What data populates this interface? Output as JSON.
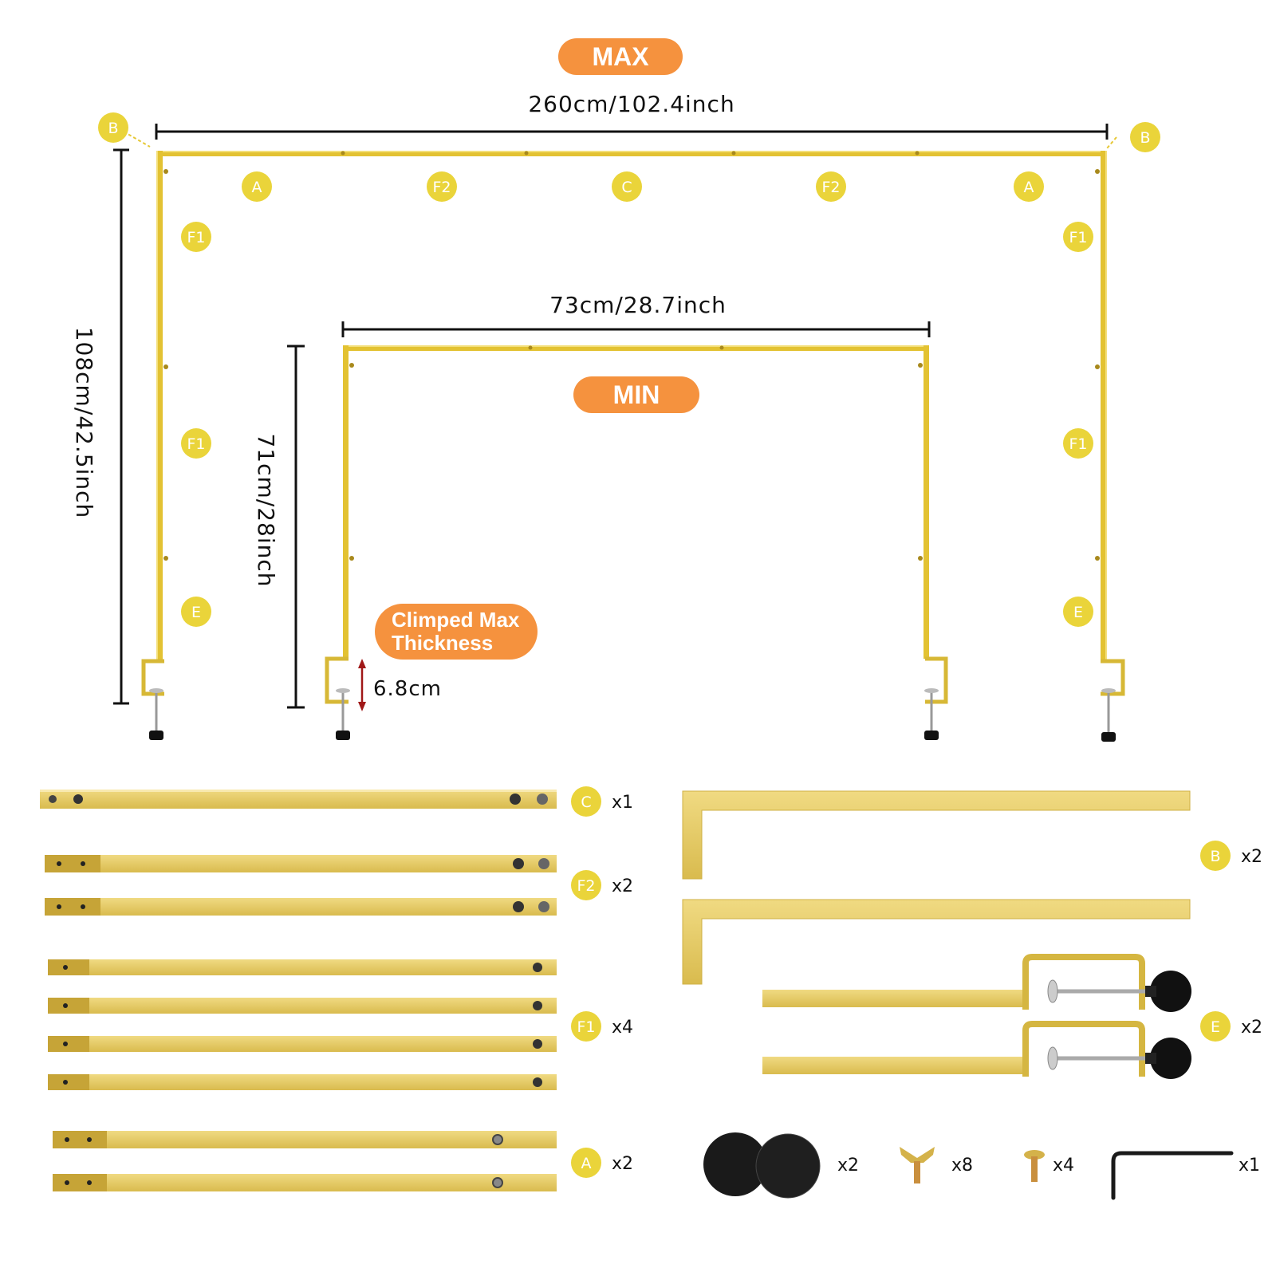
{
  "colors": {
    "gold": "#e6c837",
    "gold_light": "#f2d968",
    "gold_dark": "#b89a1f",
    "rod": "#eed57a",
    "rod_edge": "#c9a93a",
    "badge": "#ead43a",
    "orange": "#f5923e",
    "dim_line": "#111111",
    "red_arrow": "#a01818"
  },
  "max_label": "MAX",
  "min_label": "MIN",
  "max_width": "260cm/102.4inch",
  "max_height": "108cm/42.5inch",
  "min_width": "73cm/28.7inch",
  "min_height": "71cm/28inch",
  "clamp_label": {
    "line1": "Climped Max",
    "line2": "Thickness"
  },
  "clamp_thickness": "6.8cm",
  "frame_badges": {
    "b_left": "B",
    "b_right": "B",
    "top_a_left": "A",
    "top_f2_left": "F2",
    "top_c": "C",
    "top_f2_right": "F2",
    "top_a_right": "A",
    "left_f1_top": "F1",
    "left_f1_mid": "F1",
    "left_e": "E",
    "right_f1_top": "F1",
    "right_f1_mid": "F1",
    "right_e": "E"
  },
  "parts": {
    "c": {
      "badge": "C",
      "qty": "x1"
    },
    "f2": {
      "badge": "F2",
      "qty": "x2"
    },
    "f1": {
      "badge": "F1",
      "qty": "x4"
    },
    "a": {
      "badge": "A",
      "qty": "x2"
    },
    "b": {
      "badge": "B",
      "qty": "x2"
    },
    "e": {
      "badge": "E",
      "qty": "x2"
    },
    "pads": {
      "qty": "x2"
    },
    "wing_nuts": {
      "qty": "x8"
    },
    "screws": {
      "qty": "x4"
    },
    "hex_key": {
      "qty": "x1"
    }
  }
}
